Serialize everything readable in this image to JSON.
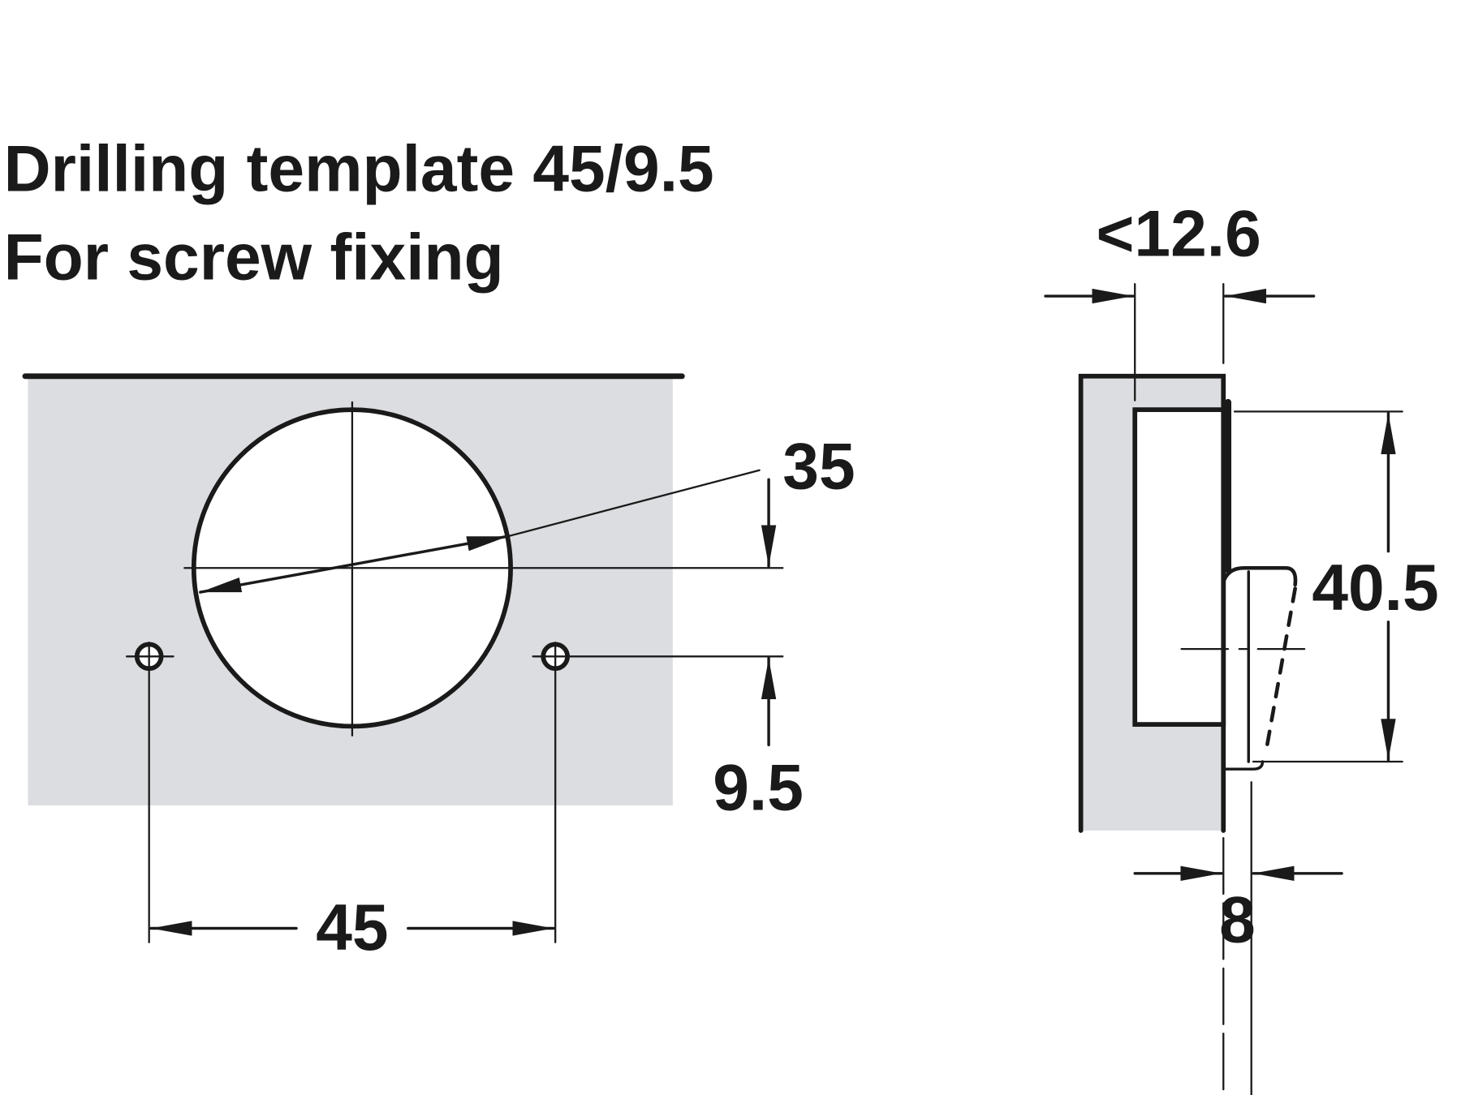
{
  "title": {
    "line1": "Drilling template 45/9.5",
    "line2": "For screw fixing"
  },
  "dimensions": {
    "cup_diameter": "35",
    "hole_offset": "9.5",
    "hole_spacing": "45",
    "max_depth": "<12.6",
    "plate_height": "40.5",
    "overlay": "8"
  },
  "colors": {
    "ink": "#1a1a1a",
    "panel": "#dcdde0"
  }
}
